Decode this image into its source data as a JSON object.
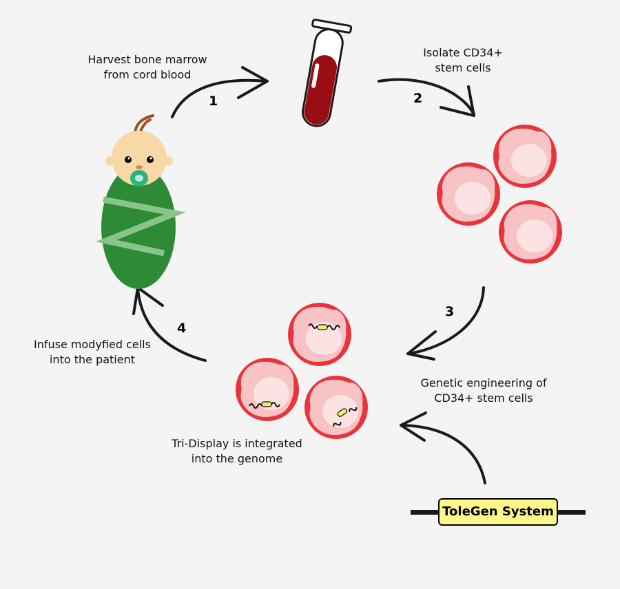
{
  "labels": {
    "harvest": [
      "Harvest bone marrow",
      "from cord blood"
    ],
    "isolate": [
      "Isolate CD34+",
      "stem cells"
    ],
    "genetic": [
      "Genetic engineering of",
      "CD34+ stem cells"
    ],
    "integrated": [
      "Tri-Display is integrated",
      "into the genome"
    ],
    "infuse": [
      "Infuse modyfied cells",
      "into the patient"
    ]
  },
  "steps": [
    "1",
    "2",
    "3",
    "4"
  ],
  "system": {
    "label": "ToleGen System"
  },
  "colors": {
    "background": "#f4f4f4",
    "arrow": "#1a1a1a",
    "cell_outer": "#e8353b",
    "cell_inner": "#f7c3c5",
    "nucleus": "#fbe3e4",
    "blood": "#9b0d14",
    "swaddle": "#2e8b35",
    "swaddle_stripe": "#8bc38d",
    "skin": "#f7d8a6",
    "pacifier": "#2fb37d",
    "transgene": "#f3ec6a",
    "tolegen_box": "#fdf68a"
  }
}
